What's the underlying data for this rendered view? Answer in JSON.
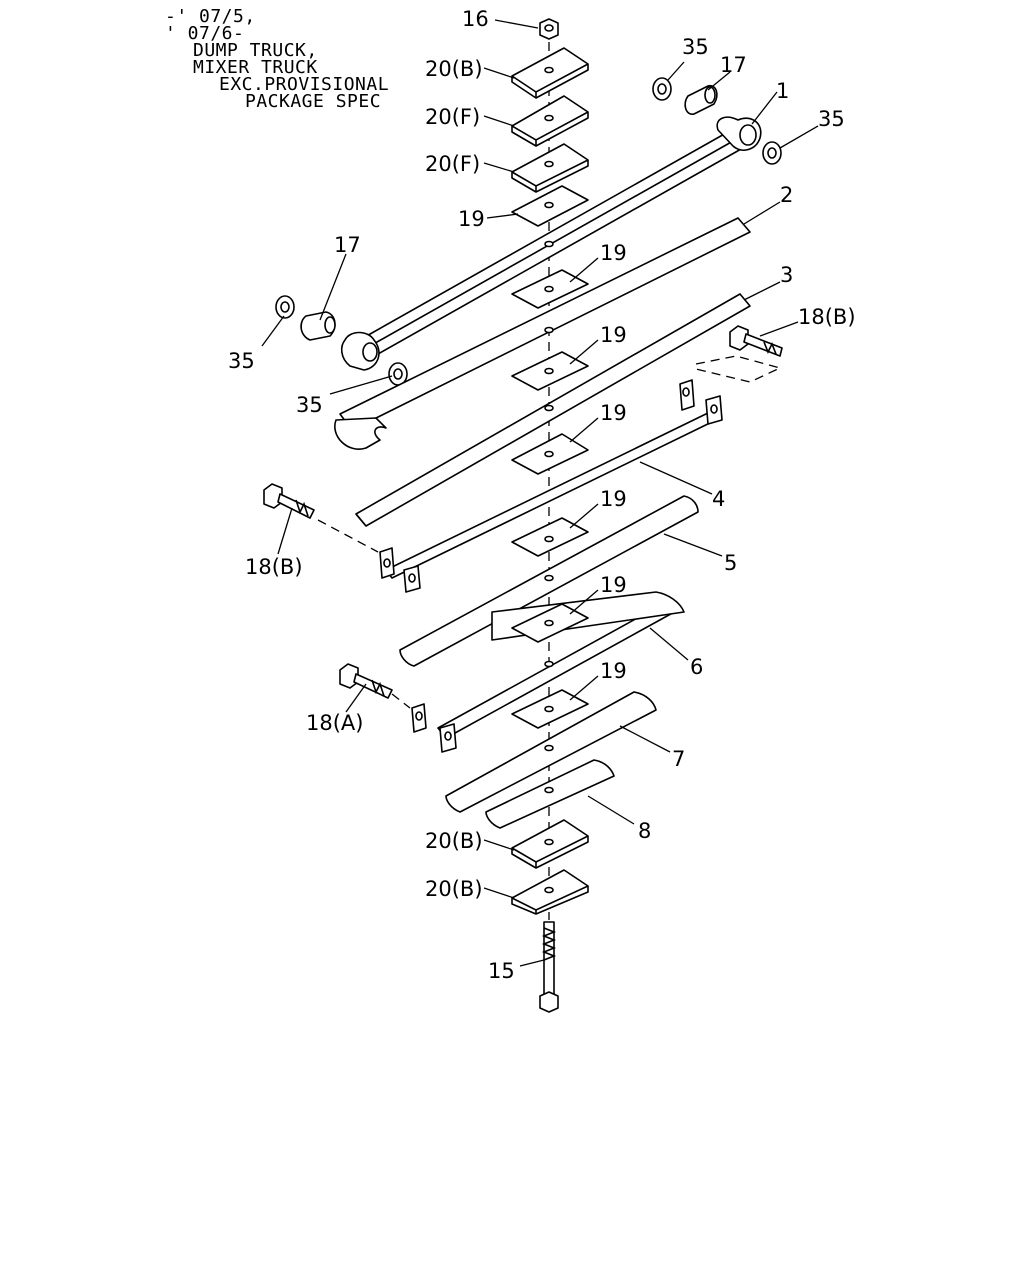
{
  "note": {
    "line1": "-' 07/5,",
    "line2": "' 07/6-",
    "line3": "DUMP TRUCK,",
    "line4": "MIXER TRUCK",
    "line5": "EXC.PROVISIONAL",
    "line6": "PACKAGE SPEC"
  },
  "callouts": {
    "c16": "16",
    "c20b_top": "20(B)",
    "c20f_1": "20(F)",
    "c20f_2": "20(F)",
    "c19_top": "19",
    "c35_tr": "35",
    "c17_tr": "17",
    "c1": "1",
    "c35_r": "35",
    "c2": "2",
    "c17_l": "17",
    "c35_l": "35",
    "c35_l2": "35",
    "c19_a": "19",
    "c3": "3",
    "c18b_r": "18(B)",
    "c19_b": "19",
    "c19_c": "19",
    "c4": "4",
    "c18b_l": "18(B)",
    "c19_d": "19",
    "c5": "5",
    "c19_e": "19",
    "c6": "6",
    "c18a": "18(A)",
    "c19_f": "19",
    "c7": "7",
    "c8": "8",
    "c20b_1": "20(B)",
    "c20b_2": "20(B)",
    "c15": "15"
  }
}
